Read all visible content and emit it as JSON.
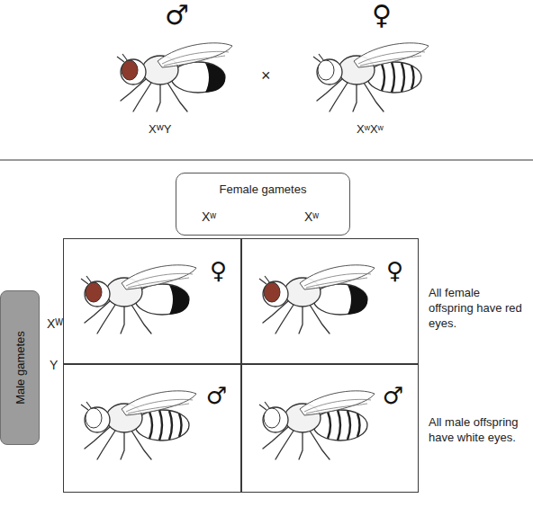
{
  "diagram": {
    "nodes": [
      {
        "text": [
          "Female gametes",
          "Xʷ",
          "Xʷ"
        ]
      },
      {
        "text": [
          "Male gametes"
        ]
      },
      {
        "text": [
          "♀"
        ]
      },
      {
        "text": [
          "♀"
        ]
      },
      {
        "text": [
          "♂"
        ]
      },
      {
        "text": [
          "♂"
        ]
      }
    ],
    "labels": [
      "♂",
      "♀",
      "XᵂY",
      "×",
      "XʷXʷ",
      "Xᵂ",
      "Y",
      "All female offspring have red eyes.",
      "All male offspring have white eyes."
    ]
  }
}
